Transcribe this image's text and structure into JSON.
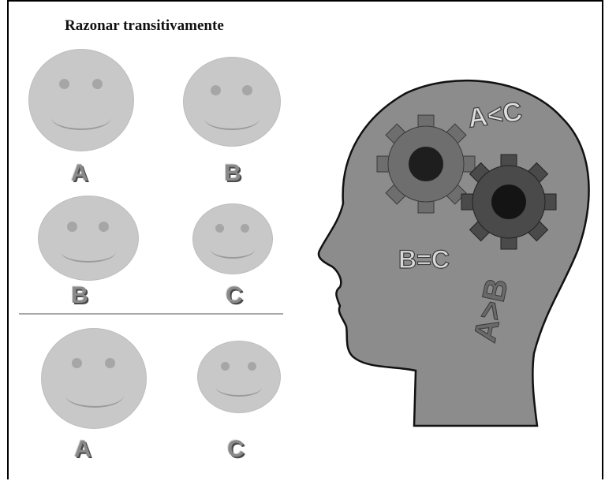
{
  "title": "Razonar transitivamente",
  "pairs": [
    {
      "left": "A",
      "right": "B"
    },
    {
      "left": "B",
      "right": "C"
    },
    {
      "left": "A",
      "right": "C"
    }
  ],
  "head": {
    "top_label": "A<C",
    "middle_label": "B=C",
    "bottom_label": "A>B"
  }
}
